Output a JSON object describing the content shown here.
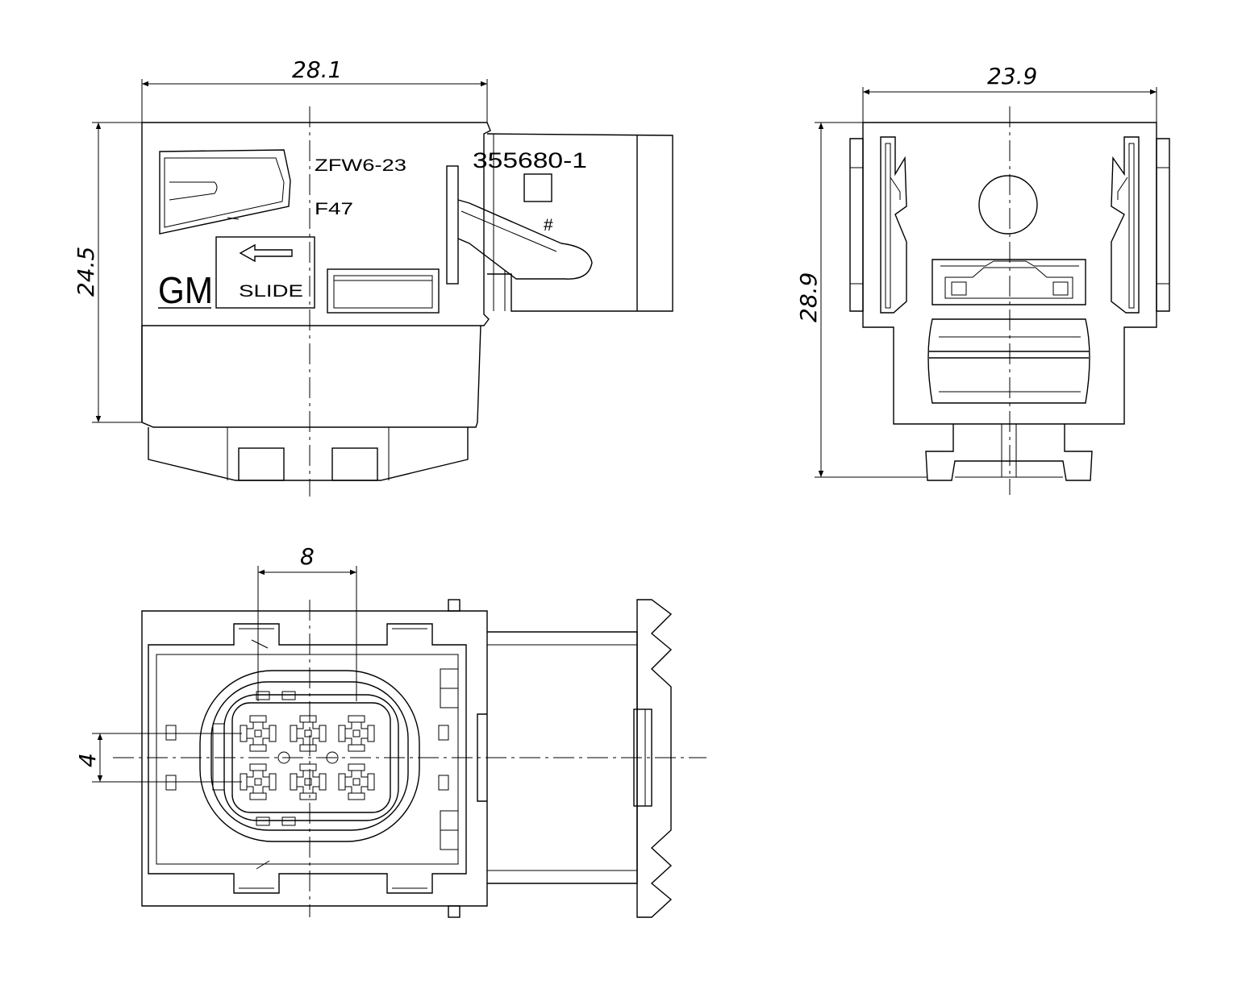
{
  "dimensions": {
    "side_width": "28.1",
    "side_height": "24.5",
    "front_width": "23.9",
    "front_height": "28.9",
    "pin_pitch_horizontal": "8",
    "pin_pitch_vertical": "4"
  },
  "markings": {
    "part_code": "ZFW6-23",
    "cavity_code": "F47",
    "brand": "GM",
    "slide_label": "SLIDE",
    "part_number": "355680-1",
    "symbol": "#"
  }
}
